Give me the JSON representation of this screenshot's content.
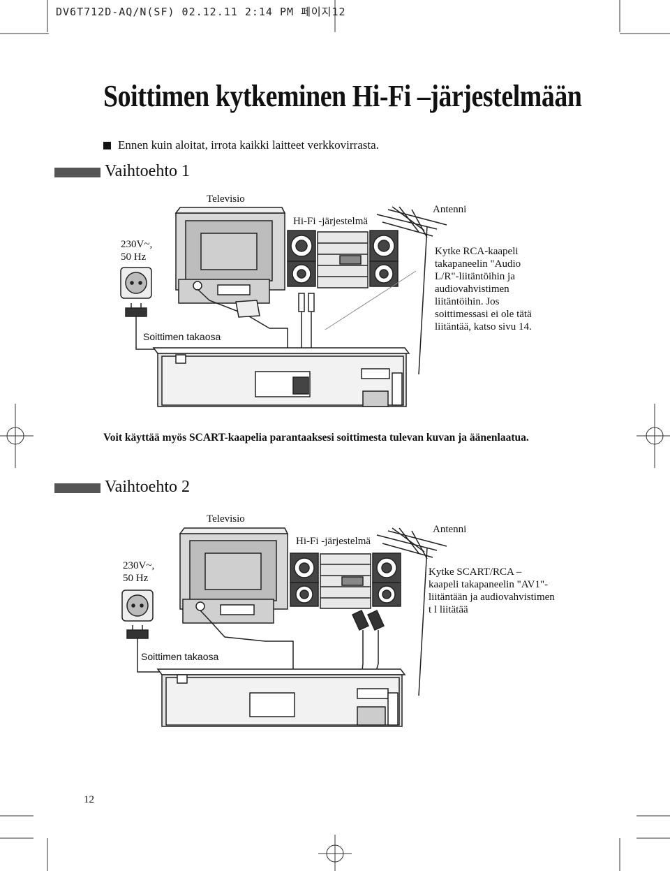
{
  "header": {
    "code_line": "DV6T712D-AQ/N(SF)  02.12.11 2:14 PM 페이지12"
  },
  "page_title": "Soittimen kytkeminen Hi-Fi –järjestelmään",
  "intro": {
    "bullet_text": "Ennen kuin aloitat, irrota kaikki laitteet verkkovirrasta."
  },
  "option1": {
    "heading": "Vaihtoehto 1",
    "tv_label": "Televisio",
    "hifi_label": "Hi-Fi -järjestelmä",
    "antenna_label": "Antenni",
    "power_line1": "230V~,",
    "power_line2": "50 Hz",
    "player_back_label": "Soittimen takaosa",
    "note_lines": [
      "Kytke RCA-kaapeli",
      "takapaneelin \"Audio",
      "L/R\"-liitäntöihin ja",
      "audiovahvistimen",
      "liitäntöihin. Jos",
      "soittimessasi ei ole tätä",
      "liitäntää, katso sivu 14."
    ]
  },
  "scart_tip": "Voit käyttää myös SCART-kaapelia parantaaksesi soittimesta tulevan kuvan ja äänenlaatua.",
  "option2": {
    "heading": "Vaihtoehto 2",
    "tv_label": "Televisio",
    "hifi_label": "Hi-Fi -järjestelmä",
    "antenna_label": "Antenni",
    "power_line1": "230V~,",
    "power_line2": "50 Hz",
    "player_back_label": "Soittimen takaosa",
    "note_lines": [
      "Kytke  SCART/RCA –",
      "kaapeli takapaneelin \"AV1\"-",
      "liitäntään ja audiovahvistimen",
      "t l liitätää"
    ]
  },
  "page_number": "12"
}
